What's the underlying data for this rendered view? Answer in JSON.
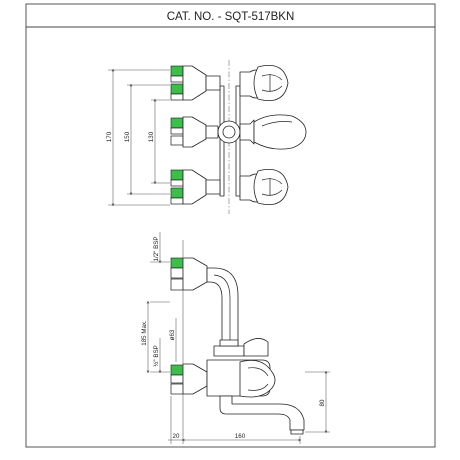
{
  "header": {
    "catalog_number": "CAT. NO. - SQT-517BKN"
  },
  "top_view": {
    "dimensions": [
      "170",
      "150",
      "130"
    ]
  },
  "side_view": {
    "dimensions": {
      "upper_thread": "1/2\" BSP",
      "max_range": "185 Max.",
      "lower_thread": "½\" BSP",
      "body_diameter": "ø63",
      "spout_height": "80",
      "left_offset": "20",
      "spout_reach": "160"
    }
  },
  "colors": {
    "inlet_accent": "#3bbf4a",
    "line": "#222222"
  }
}
